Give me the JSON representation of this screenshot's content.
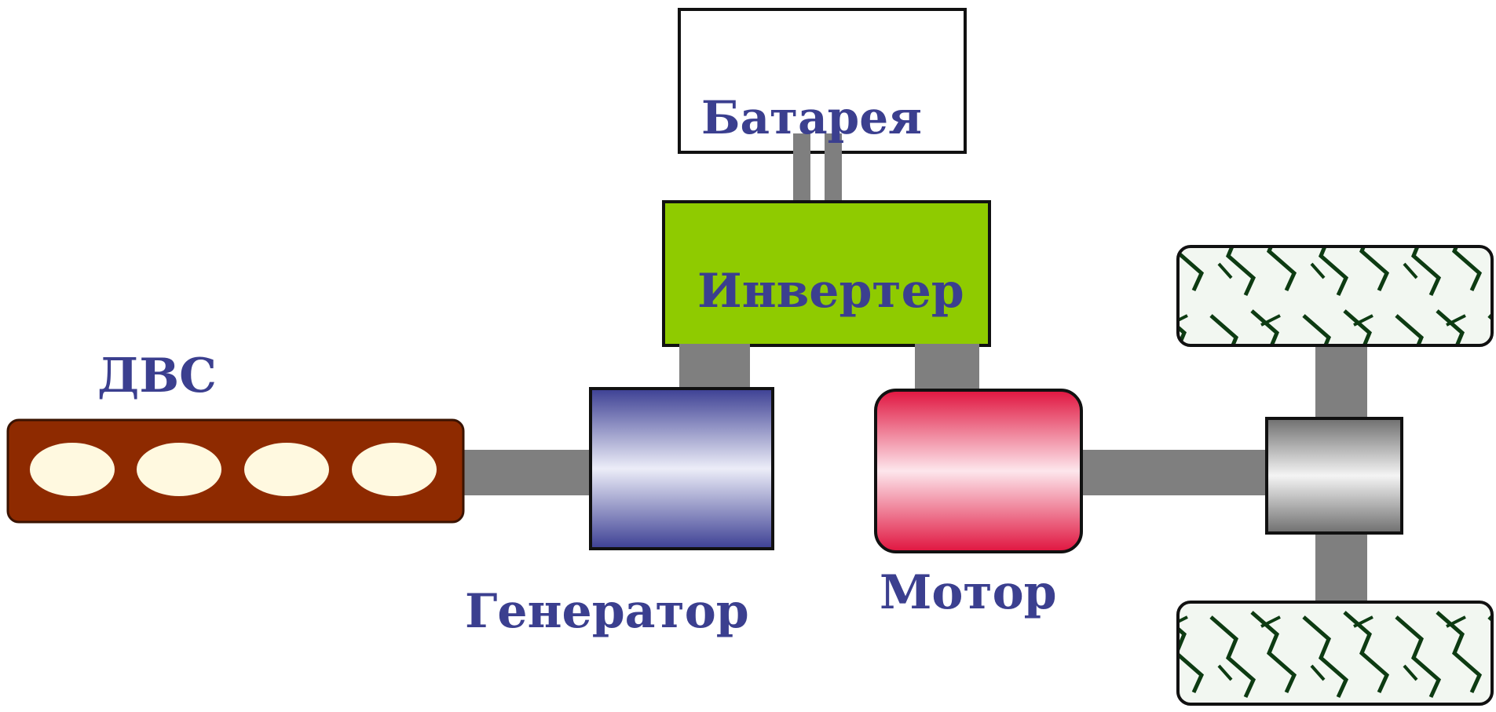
{
  "labels": {
    "battery": "Батарея",
    "inverter": "Инвертер",
    "ice": "ДВС",
    "generator": "Генератор",
    "motor": "Мотор"
  },
  "colors": {
    "label_text": "#3b3f8f",
    "shaft": "#7f7f7f",
    "ice_body": "#8e2a00",
    "inverter_fill": "#8fcb00",
    "generator_fill": "#6f72b8",
    "motor_fill": "#e83d5f",
    "axle_block": "#9a9a9a",
    "tire_tread": "#0d3b12"
  }
}
